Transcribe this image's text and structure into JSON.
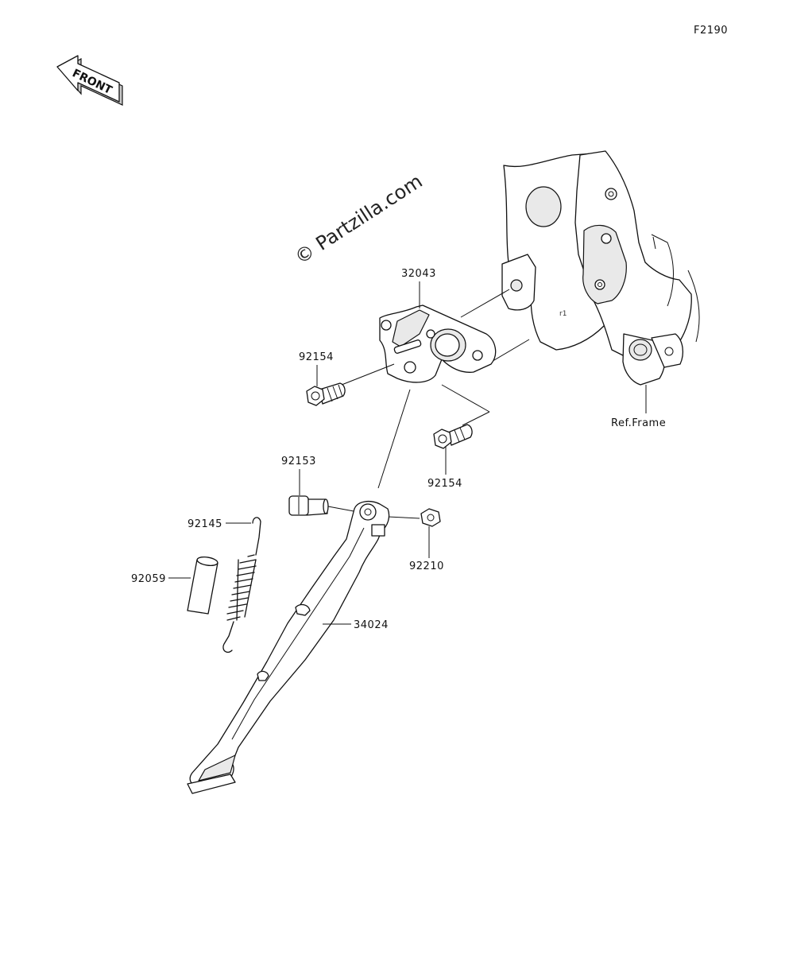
{
  "figure_code": "F2190",
  "front_arrow_label": "FRONT",
  "watermark": "© Partzilla.com",
  "ref_label": "Ref.Frame",
  "parts": {
    "bracket": "32043",
    "bolt_upper": "92154",
    "bolt_lower": "92154",
    "pivot_bolt": "92153",
    "nut": "92210",
    "spring": "92145",
    "sleeve": "92059",
    "stand": "34024"
  }
}
